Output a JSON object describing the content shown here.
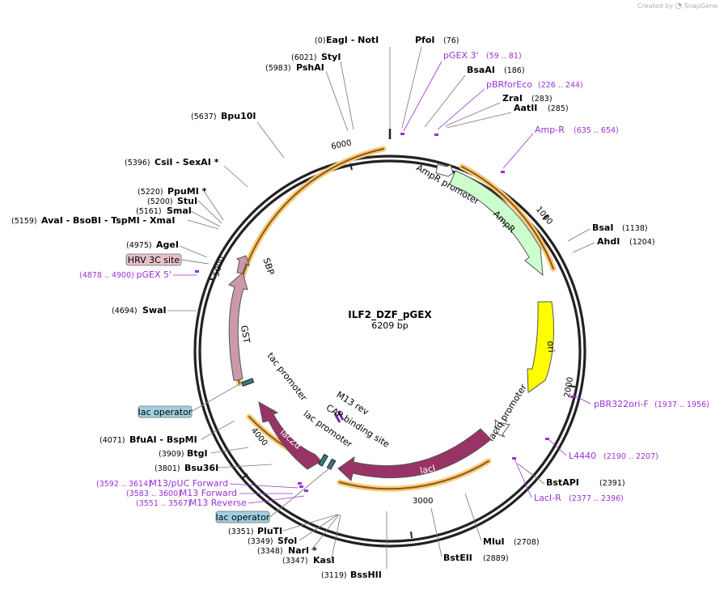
{
  "brand": {
    "created_by": "Created by",
    "name": "SnapGene"
  },
  "plasmid": {
    "name": "ILF2_DZF_pGEX",
    "length_label": "6209 bp",
    "length": 6209
  },
  "ticks": [
    "1000",
    "2000",
    "3000",
    "4000",
    "5000",
    "6000"
  ],
  "enzymes": [
    {
      "pos": "(0)",
      "name": "EagI",
      "alt": "NotI"
    },
    {
      "pos": "(76)",
      "name": "PfoI"
    },
    {
      "pos": "(186)",
      "name": "BsaAI"
    },
    {
      "pos": "(283)",
      "name": "ZraI"
    },
    {
      "pos": "(285)",
      "name": "AatII"
    },
    {
      "pos": "(1138)",
      "name": "BsaI"
    },
    {
      "pos": "(1204)",
      "name": "AhdI"
    },
    {
      "pos": "(2391)",
      "name": "BstAPI"
    },
    {
      "pos": "(2708)",
      "name": "MluI"
    },
    {
      "pos": "(2889)",
      "name": "BstEII"
    },
    {
      "pos": "(3119)",
      "name": "BssHII"
    },
    {
      "pos": "(3347)",
      "name": "KasI"
    },
    {
      "pos": "(3348)",
      "name": "NarI *"
    },
    {
      "pos": "(3349)",
      "name": "SfoI"
    },
    {
      "pos": "(3351)",
      "name": "PluTI"
    },
    {
      "pos": "(3801)",
      "name": "Bsu36I"
    },
    {
      "pos": "(3909)",
      "name": "BtgI"
    },
    {
      "pos": "(4071)",
      "name": "BfuAI",
      "alt": "BspMI"
    },
    {
      "pos": "(4694)",
      "name": "SwaI"
    },
    {
      "pos": "(4975)",
      "name": "AgeI"
    },
    {
      "pos": "(5159)",
      "name": "AvaI",
      "alt": "BsoBI",
      "alt2": "TspMI",
      "alt3": "XmaI"
    },
    {
      "pos": "(5161)",
      "name": "SmaI"
    },
    {
      "pos": "(5200)",
      "name": "StuI"
    },
    {
      "pos": "(5220)",
      "name": "PpuMI *"
    },
    {
      "pos": "(5396)",
      "name": "CsiI",
      "alt": "SexAI *"
    },
    {
      "pos": "(5637)",
      "name": "Bpu10I"
    },
    {
      "pos": "(5983)",
      "name": "PshAI"
    },
    {
      "pos": "(6021)",
      "name": "StyI"
    }
  ],
  "primers": [
    {
      "name": "pGEX 3'",
      "range": "(59 .. 81)"
    },
    {
      "name": "pBRforEco",
      "range": "(226 .. 244)"
    },
    {
      "name": "Amp-R",
      "range": "(635 .. 654)"
    },
    {
      "name": "pBR322ori-F",
      "range": "(1937 .. 1956)"
    },
    {
      "name": "L4440",
      "range": "(2190 .. 2207)"
    },
    {
      "name": "LacI-R",
      "range": "(2377 .. 2396)"
    },
    {
      "name": "M13/pUC Forward",
      "range": "(3592 .. 3614)"
    },
    {
      "name": "M13 Forward",
      "range": "(3583 .. 3600)"
    },
    {
      "name": "M13 Reverse",
      "range": "(3551 .. 3567)"
    },
    {
      "name": "pGEX 5'",
      "range": "(4878 .. 4900)"
    }
  ],
  "boxed_labels": [
    "HRV 3C site",
    "lac operator",
    "lac operator"
  ],
  "features": {
    "ampr_promoter": "AmpR promoter",
    "ampr": "AmpR",
    "ori": "ori",
    "laciq_promoter": "lacIq promoter",
    "laci": "lacI",
    "m13_rev": "M13 rev",
    "cap_site": "CAP binding site",
    "lac_promoter": "lac promoter",
    "lacz": "lacZα",
    "tac_promoter": "tac promoter",
    "gst": "GST",
    "sbp": "SBP"
  },
  "colors": {
    "backbone": "#222222",
    "enzyme": "#000000",
    "primer": "#9b30d9",
    "ampr": "#ccffcc",
    "ori": "#ffff00",
    "laci": "#993366",
    "gst": "#cc99aa",
    "orf": "#ffcc66",
    "operator": "#a0cfe0",
    "hrv": "#e8c0cc",
    "cap": "#2e7d80"
  }
}
